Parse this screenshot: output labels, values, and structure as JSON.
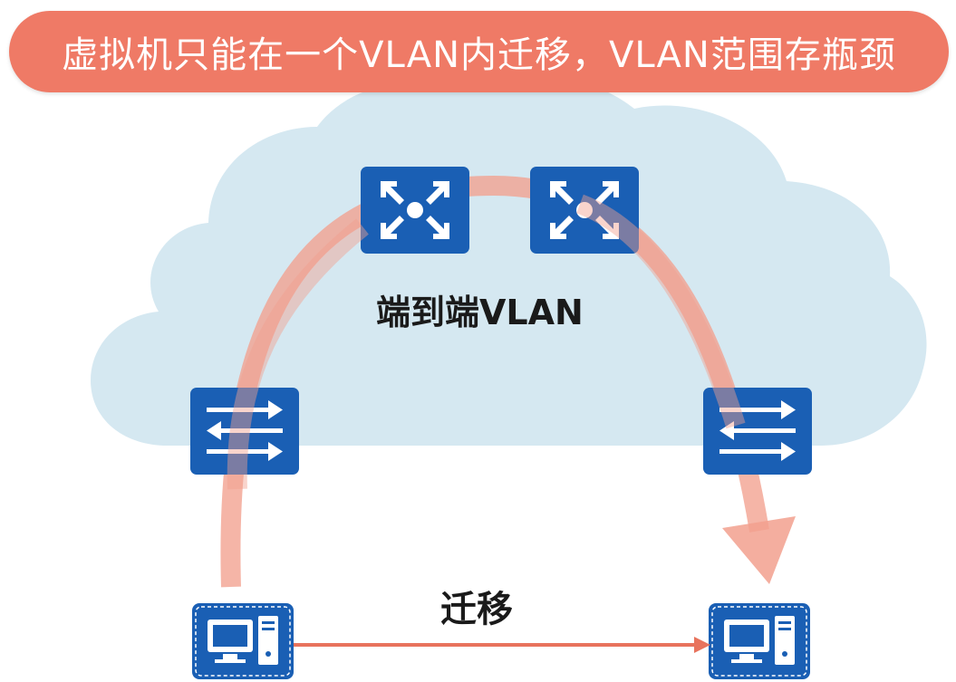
{
  "title": "虚拟机只能在一个VLAN内迁移，VLAN范围存瓶颈",
  "cloud_label": "端到端VLAN",
  "migration_label": "迁移",
  "colors": {
    "banner": "#ef7a66",
    "cloud": "#d5e8f1",
    "device": "#1a5fb4",
    "arc": "#f2a08e",
    "arrow": "#e8735d"
  },
  "devices": [
    {
      "type": "router-icon",
      "role": "core-switch-left"
    },
    {
      "type": "router-icon",
      "role": "core-switch-right"
    },
    {
      "type": "switch-icon",
      "role": "access-switch-left"
    },
    {
      "type": "switch-icon",
      "role": "access-switch-right"
    },
    {
      "type": "server-icon",
      "role": "server-left"
    },
    {
      "type": "server-icon",
      "role": "server-right"
    }
  ]
}
